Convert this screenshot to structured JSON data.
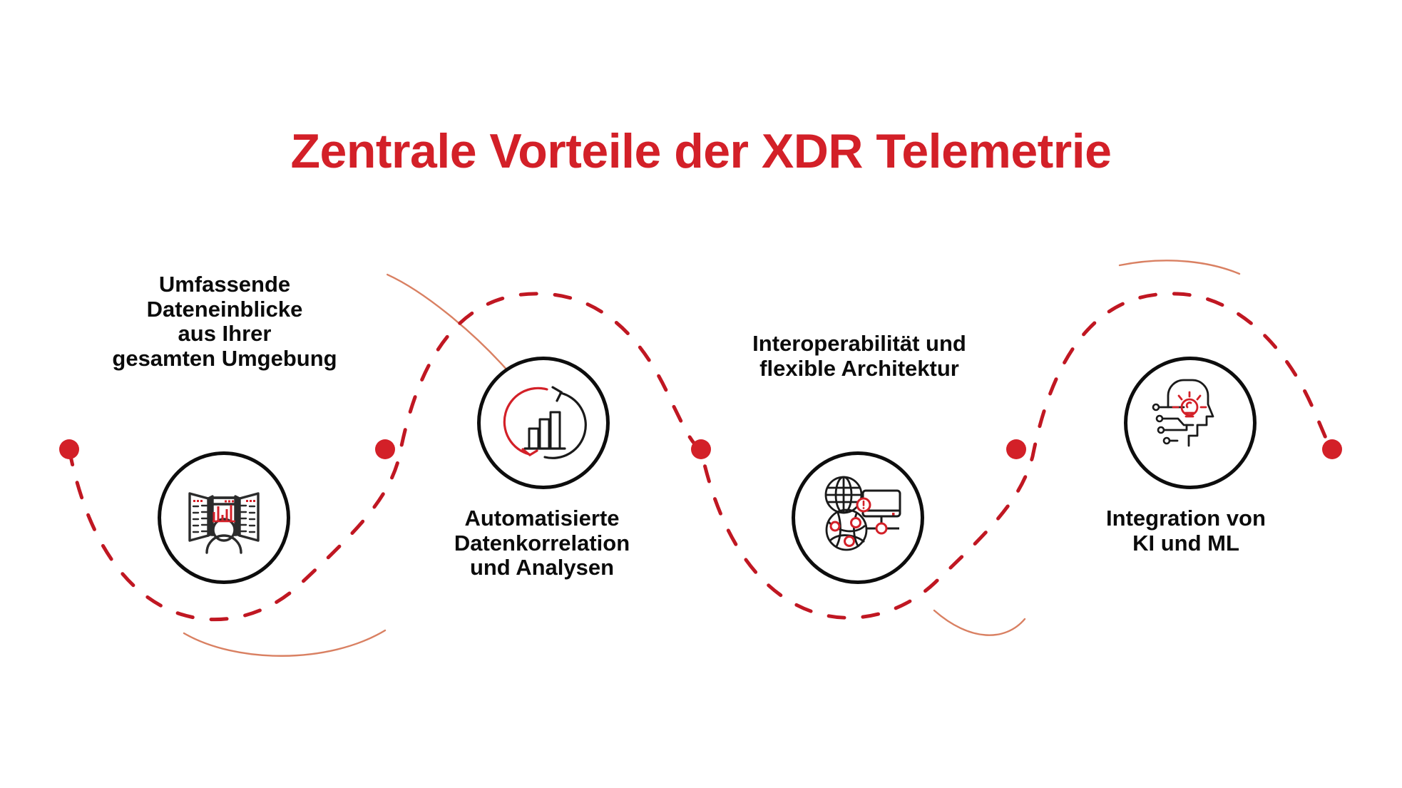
{
  "page": {
    "title": "Zentrale Vorteile der XDR Telemetrie",
    "background_color": "#ffffff"
  },
  "colors": {
    "accent_red": "#d32028",
    "dashed_wave": "#c01722",
    "thin_arc": "#d98062",
    "icon_outline": "#0d0d0d",
    "label_text": "#0b0b0b"
  },
  "steps": [
    {
      "index": 1,
      "label": "Umfassende\nDateneinblicke\naus Ihrer\ngesamten Umgebung",
      "icon_name": "analyst-dashboards-icon",
      "icon_description": "Person in front of three monitors with red charts"
    },
    {
      "index": 2,
      "label": "Automatisierte\nDatenkorrelation\nund Analysen",
      "icon_name": "refresh-bar-chart-icon",
      "icon_description": "Circular arrows around ascending bar chart"
    },
    {
      "index": 3,
      "label": "Interoperabilität und\nflexible Architektur",
      "icon_name": "globe-network-monitor-icon",
      "icon_description": "Globe and network sphere linked to a monitor"
    },
    {
      "index": 4,
      "label": "Integration von\nKI und ML",
      "icon_name": "ai-head-lightbulb-icon",
      "icon_description": "Head profile with lightbulb and circuit traces"
    }
  ],
  "markers": {
    "name": "wave-node-dot",
    "count": 5,
    "color": "#d32028"
  }
}
